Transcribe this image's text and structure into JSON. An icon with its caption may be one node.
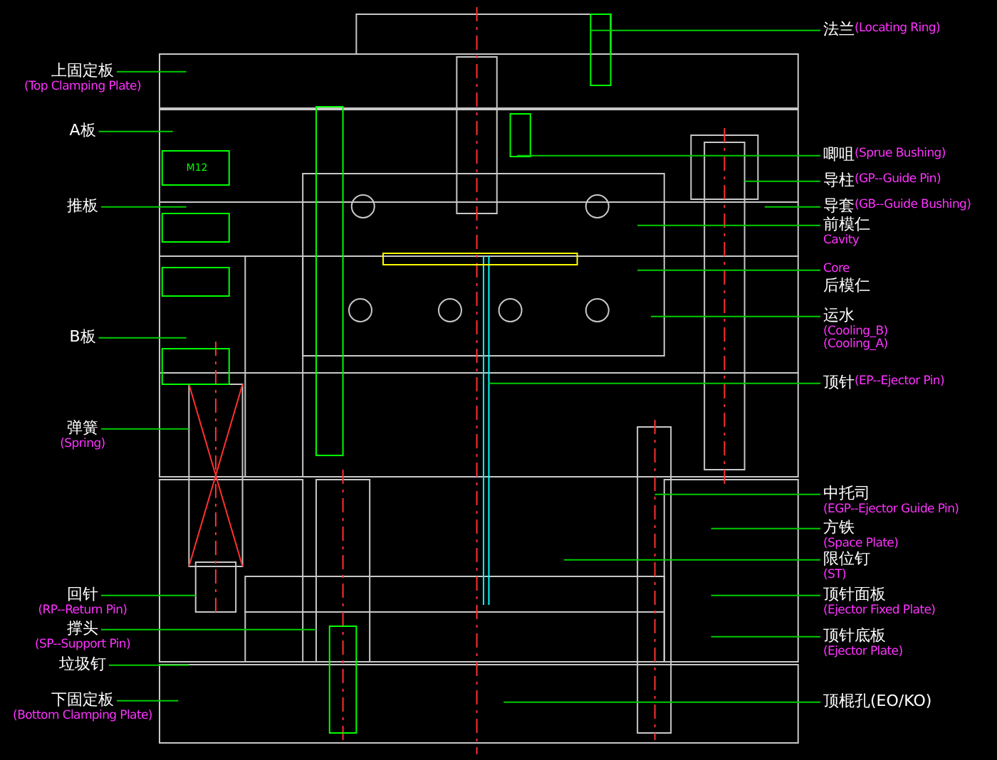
{
  "diagram": {
    "nodes": [
      {
        "text": [
          "上固定板",
          "(Top Clamping Plate)"
        ]
      },
      {
        "text": [
          "A板"
        ]
      },
      {
        "text": [
          "推板"
        ]
      },
      {
        "text": [
          "B板"
        ]
      },
      {
        "text": [
          "弹簧",
          "(Spring)"
        ]
      },
      {
        "text": [
          "回针",
          "(RP--Return Pin)"
        ]
      },
      {
        "text": [
          "撑头",
          "(SP--Support Pin)"
        ]
      },
      {
        "text": [
          "垃圾钉"
        ]
      },
      {
        "text": [
          "下固定板",
          "(Bottom Clamping Plate)"
        ]
      },
      {
        "text": [
          "法兰",
          "(Locating Ring)"
        ]
      },
      {
        "text": [
          "唧咀",
          "(Sprue Bushing)"
        ]
      },
      {
        "text": [
          "导柱",
          "(GP--Guide Pin)"
        ]
      },
      {
        "text": [
          "导套",
          "(GB--Guide Bushing)"
        ]
      },
      {
        "text": [
          "前模仁",
          "Cavity"
        ]
      },
      {
        "text": [
          "Core",
          "后模仁"
        ]
      },
      {
        "text": [
          "运水",
          "(Cooling_B)",
          "(Cooling_A)"
        ]
      },
      {
        "text": [
          "顶针",
          "(EP--Ejector Pin)"
        ]
      },
      {
        "text": [
          "中托司",
          "(EGP--Ejector Guide Pin)"
        ]
      },
      {
        "text": [
          "方铁",
          "(Space Plate)"
        ]
      },
      {
        "text": [
          "限位钉",
          "(ST)"
        ]
      },
      {
        "text": [
          "顶针面板",
          "(Ejector Fixed Plate)"
        ]
      },
      {
        "text": [
          "顶针底板",
          "(Ejector Plate)"
        ]
      },
      {
        "text": [
          "顶棍孔(EO/KO)"
        ]
      }
    ],
    "edges": [
      {
        "from": 0,
        "to": null,
        "arrow": "none"
      },
      {
        "from": 1,
        "to": null,
        "arrow": "none"
      },
      {
        "from": 2,
        "to": null,
        "arrow": "none"
      },
      {
        "from": 3,
        "to": null,
        "arrow": "none"
      },
      {
        "from": 4,
        "to": null,
        "arrow": "none"
      },
      {
        "from": 5,
        "to": null,
        "arrow": "none"
      },
      {
        "from": 6,
        "to": null,
        "arrow": "none"
      },
      {
        "from": 7,
        "to": null,
        "arrow": "none"
      },
      {
        "from": 8,
        "to": null,
        "arrow": "none"
      },
      {
        "from": 9,
        "to": null,
        "arrow": "none"
      },
      {
        "from": 10,
        "to": null,
        "arrow": "none"
      },
      {
        "from": 11,
        "to": null,
        "arrow": "none"
      },
      {
        "from": 12,
        "to": null,
        "arrow": "none"
      },
      {
        "from": 13,
        "to": null,
        "arrow": "none"
      },
      {
        "from": 14,
        "to": null,
        "arrow": "none"
      },
      {
        "from": 15,
        "to": null,
        "arrow": "none"
      },
      {
        "from": 16,
        "to": null,
        "arrow": "none"
      },
      {
        "from": 17,
        "to": null,
        "arrow": "none"
      },
      {
        "from": 18,
        "to": null,
        "arrow": "none"
      },
      {
        "from": 19,
        "to": null,
        "arrow": "none"
      },
      {
        "from": 20,
        "to": null,
        "arrow": "none"
      },
      {
        "from": 21,
        "to": null,
        "arrow": "none"
      },
      {
        "from": 22,
        "to": null,
        "arrow": "none"
      }
    ],
    "labels": [
      "M12"
    ]
  }
}
